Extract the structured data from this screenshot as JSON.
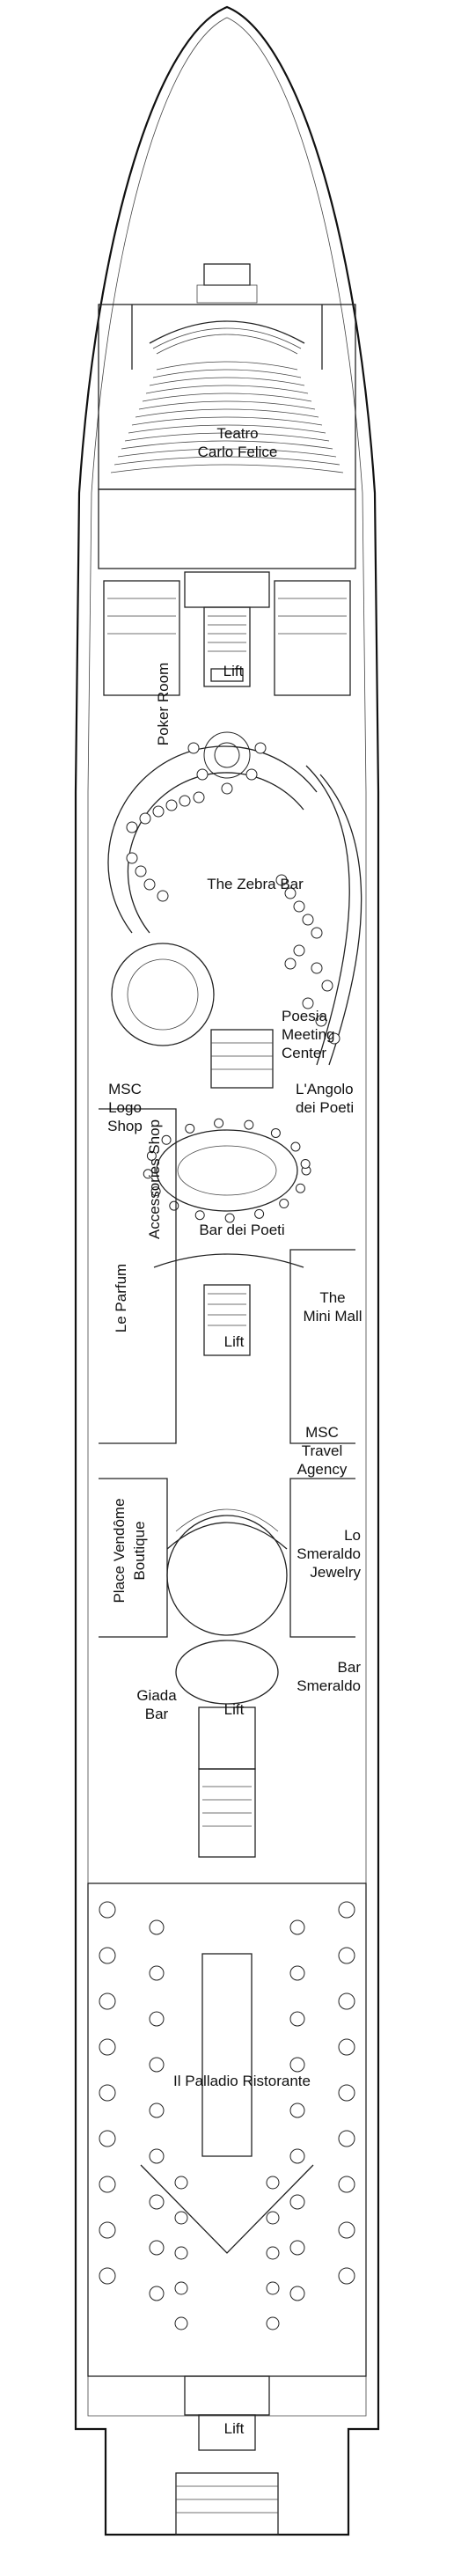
{
  "labels": {
    "teatro_line1": "Teatro",
    "teatro_line2": "Carlo Felice",
    "poker_room": "Poker Room",
    "lift_1": "Lift",
    "zebra_bar": "The Zebra Bar",
    "poesia_line1": "Poesia",
    "poesia_line2": "Meeting",
    "poesia_line3": "Center",
    "angolo_line1": "L'Angolo",
    "angolo_line2": "dei Poeti",
    "msc_logo_line1": "MSC",
    "msc_logo_line2": "Logo",
    "msc_logo_line3": "Shop",
    "accessories_shop": "Accessories Shop",
    "bar_dei_poeti": "Bar dei Poeti",
    "le_parfum": "Le Parfum",
    "lift_2": "Lift",
    "mini_mall_line1": "The",
    "mini_mall_line2": "Mini Mall",
    "travel_line1": "MSC",
    "travel_line2": "Travel",
    "travel_line3": "Agency",
    "place_vendome": "Place Vendôme",
    "boutique": "Boutique",
    "smeraldo_jewelry_line1": "Lo",
    "smeraldo_jewelry_line2": "Smeraldo",
    "smeraldo_jewelry_line3": "Jewelry",
    "lift_3": "Lift",
    "giada_line1": "Giada",
    "giada_line2": "Bar",
    "bar_smeraldo_line1": "Bar",
    "bar_smeraldo_line2": "Smeraldo",
    "palladio": "Il Palladio Ristorante",
    "lift_4": "Lift"
  },
  "colors": {
    "line": "#222222",
    "background": "#ffffff"
  }
}
